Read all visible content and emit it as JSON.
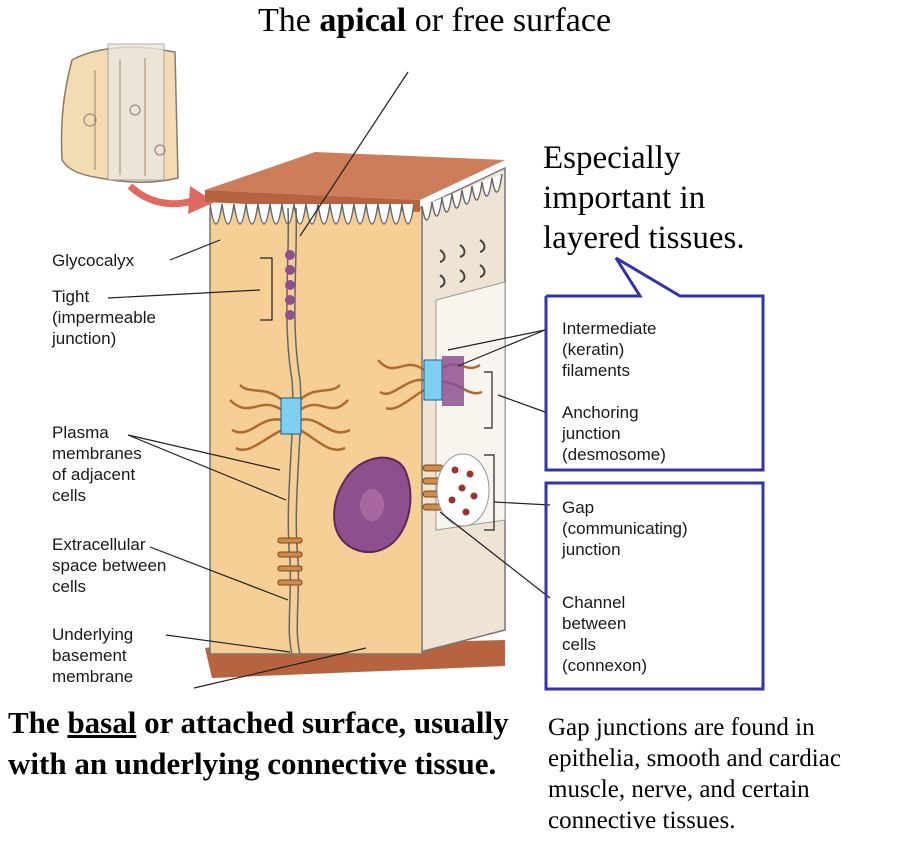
{
  "title": {
    "prefix": "The ",
    "bold": "apical",
    "suffix": " or free surface"
  },
  "important_note": [
    "Especially",
    "important in",
    "layered tissues."
  ],
  "left_labels": {
    "glycocalyx": [
      "Glycocalyx"
    ],
    "tight": [
      "Tight",
      "(impermeable",
      "junction)"
    ],
    "plasma": [
      "Plasma",
      "membranes",
      "of adjacent",
      "cells"
    ],
    "extracellular": [
      "Extracellular",
      "space between",
      "cells"
    ],
    "basement": [
      "Underlying",
      "basement",
      "membrane"
    ]
  },
  "right_labels": {
    "intermediate": [
      "Intermediate",
      "(keratin)",
      "filaments"
    ],
    "anchoring": [
      "Anchoring",
      "junction",
      "(desmosome)"
    ],
    "gap": [
      "Gap",
      "(communicating)",
      "junction"
    ],
    "channel": [
      "Channel",
      "between",
      "cells",
      "(connexon)"
    ]
  },
  "basal_note": {
    "prefix": "The ",
    "underlined": "basal",
    "rest": " or attached surface, usually with an underlying connective tissue."
  },
  "gap_note": "Gap junctions are found in epithelia, smooth and cardiac muscle, nerve, and certain connective tissues.",
  "colors": {
    "cell_fill": "#f6cf96",
    "cell_side": "#efe3d4",
    "basement": "#c9734f",
    "apical_cap": "#cd7d5a",
    "nucleus": "#8f4f8f",
    "desmosome_blue": "#7fd0f0",
    "filament": "#b06a2e",
    "box_blue": "#3333aa",
    "arrow": "#e06a5f"
  }
}
